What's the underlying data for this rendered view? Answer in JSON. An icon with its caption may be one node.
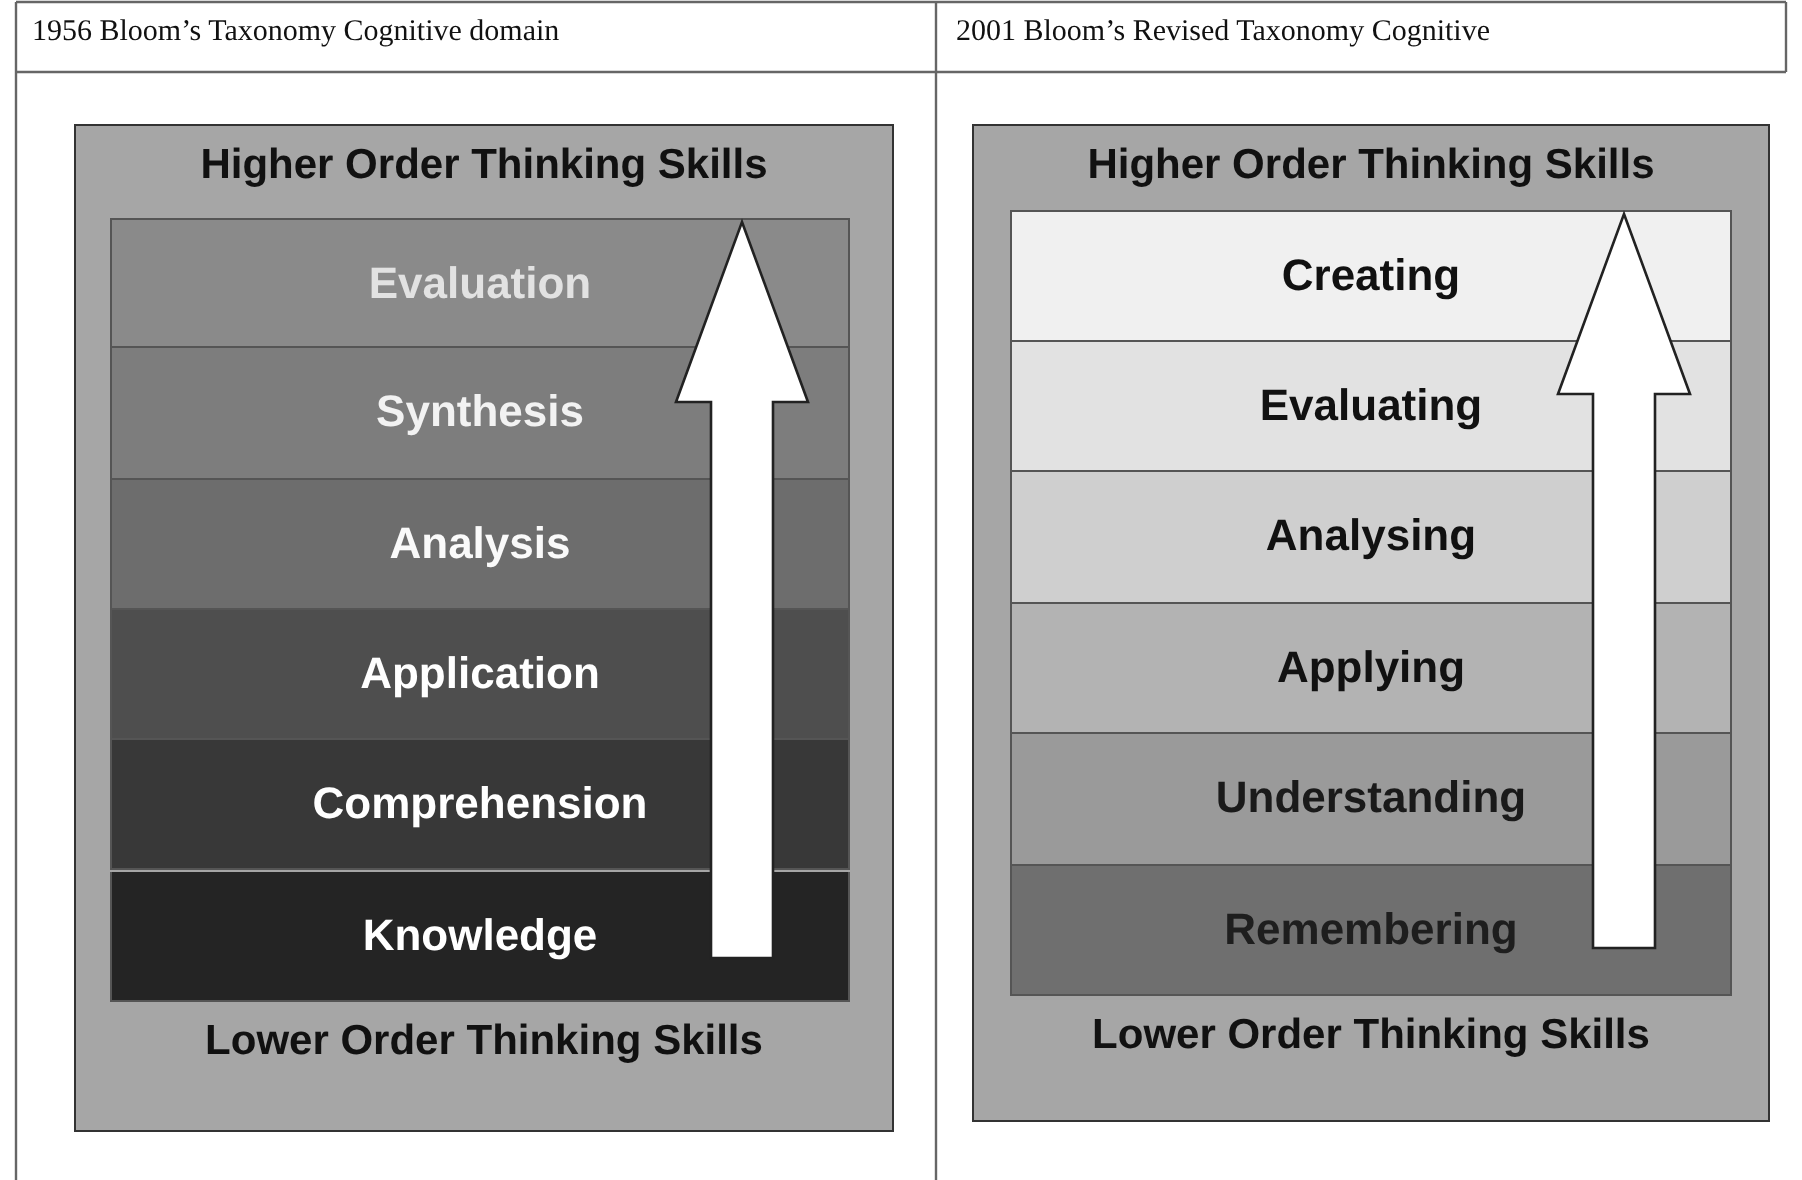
{
  "diagram": {
    "nodes": [
      {
        "text": [
          "Higher Order  Thinking Skills",
          "Lower Order Thinking Skills"
        ]
      },
      {
        "text": [
          "Evaluation"
        ],
        "in": 0
      },
      {
        "text": [
          "Synthesis"
        ],
        "in": 0
      },
      {
        "text": [
          "Analysis"
        ],
        "in": 0
      },
      {
        "text": [
          "Application"
        ],
        "in": 0
      },
      {
        "text": [
          "Comprehension"
        ],
        "in": 0
      },
      {
        "text": [
          "Knowledge"
        ],
        "in": 0
      },
      {
        "text": [
          "Higher Order  Thinking Skills",
          "Lower Order Thinking Skills"
        ]
      },
      {
        "text": [
          "Creating"
        ],
        "in": 7
      },
      {
        "text": [
          "Evaluating"
        ],
        "in": 7
      },
      {
        "text": [
          "Analysing"
        ],
        "in": 7
      },
      {
        "text": [
          "Applying"
        ],
        "in": 7
      },
      {
        "text": [
          "Understanding"
        ],
        "in": 7
      },
      {
        "text": [
          "Remembering"
        ],
        "in": 7
      }
    ],
    "edges": [
      {
        "from": 6,
        "to": 1,
        "arrow": "to"
      },
      {
        "from": 13,
        "to": 8,
        "arrow": "to"
      }
    ],
    "labels": [
      "1956 Bloom’s Taxonomy Cognitive domain",
      "2001 Bloom’s Revised Taxonomy Cognitive"
    ]
  }
}
